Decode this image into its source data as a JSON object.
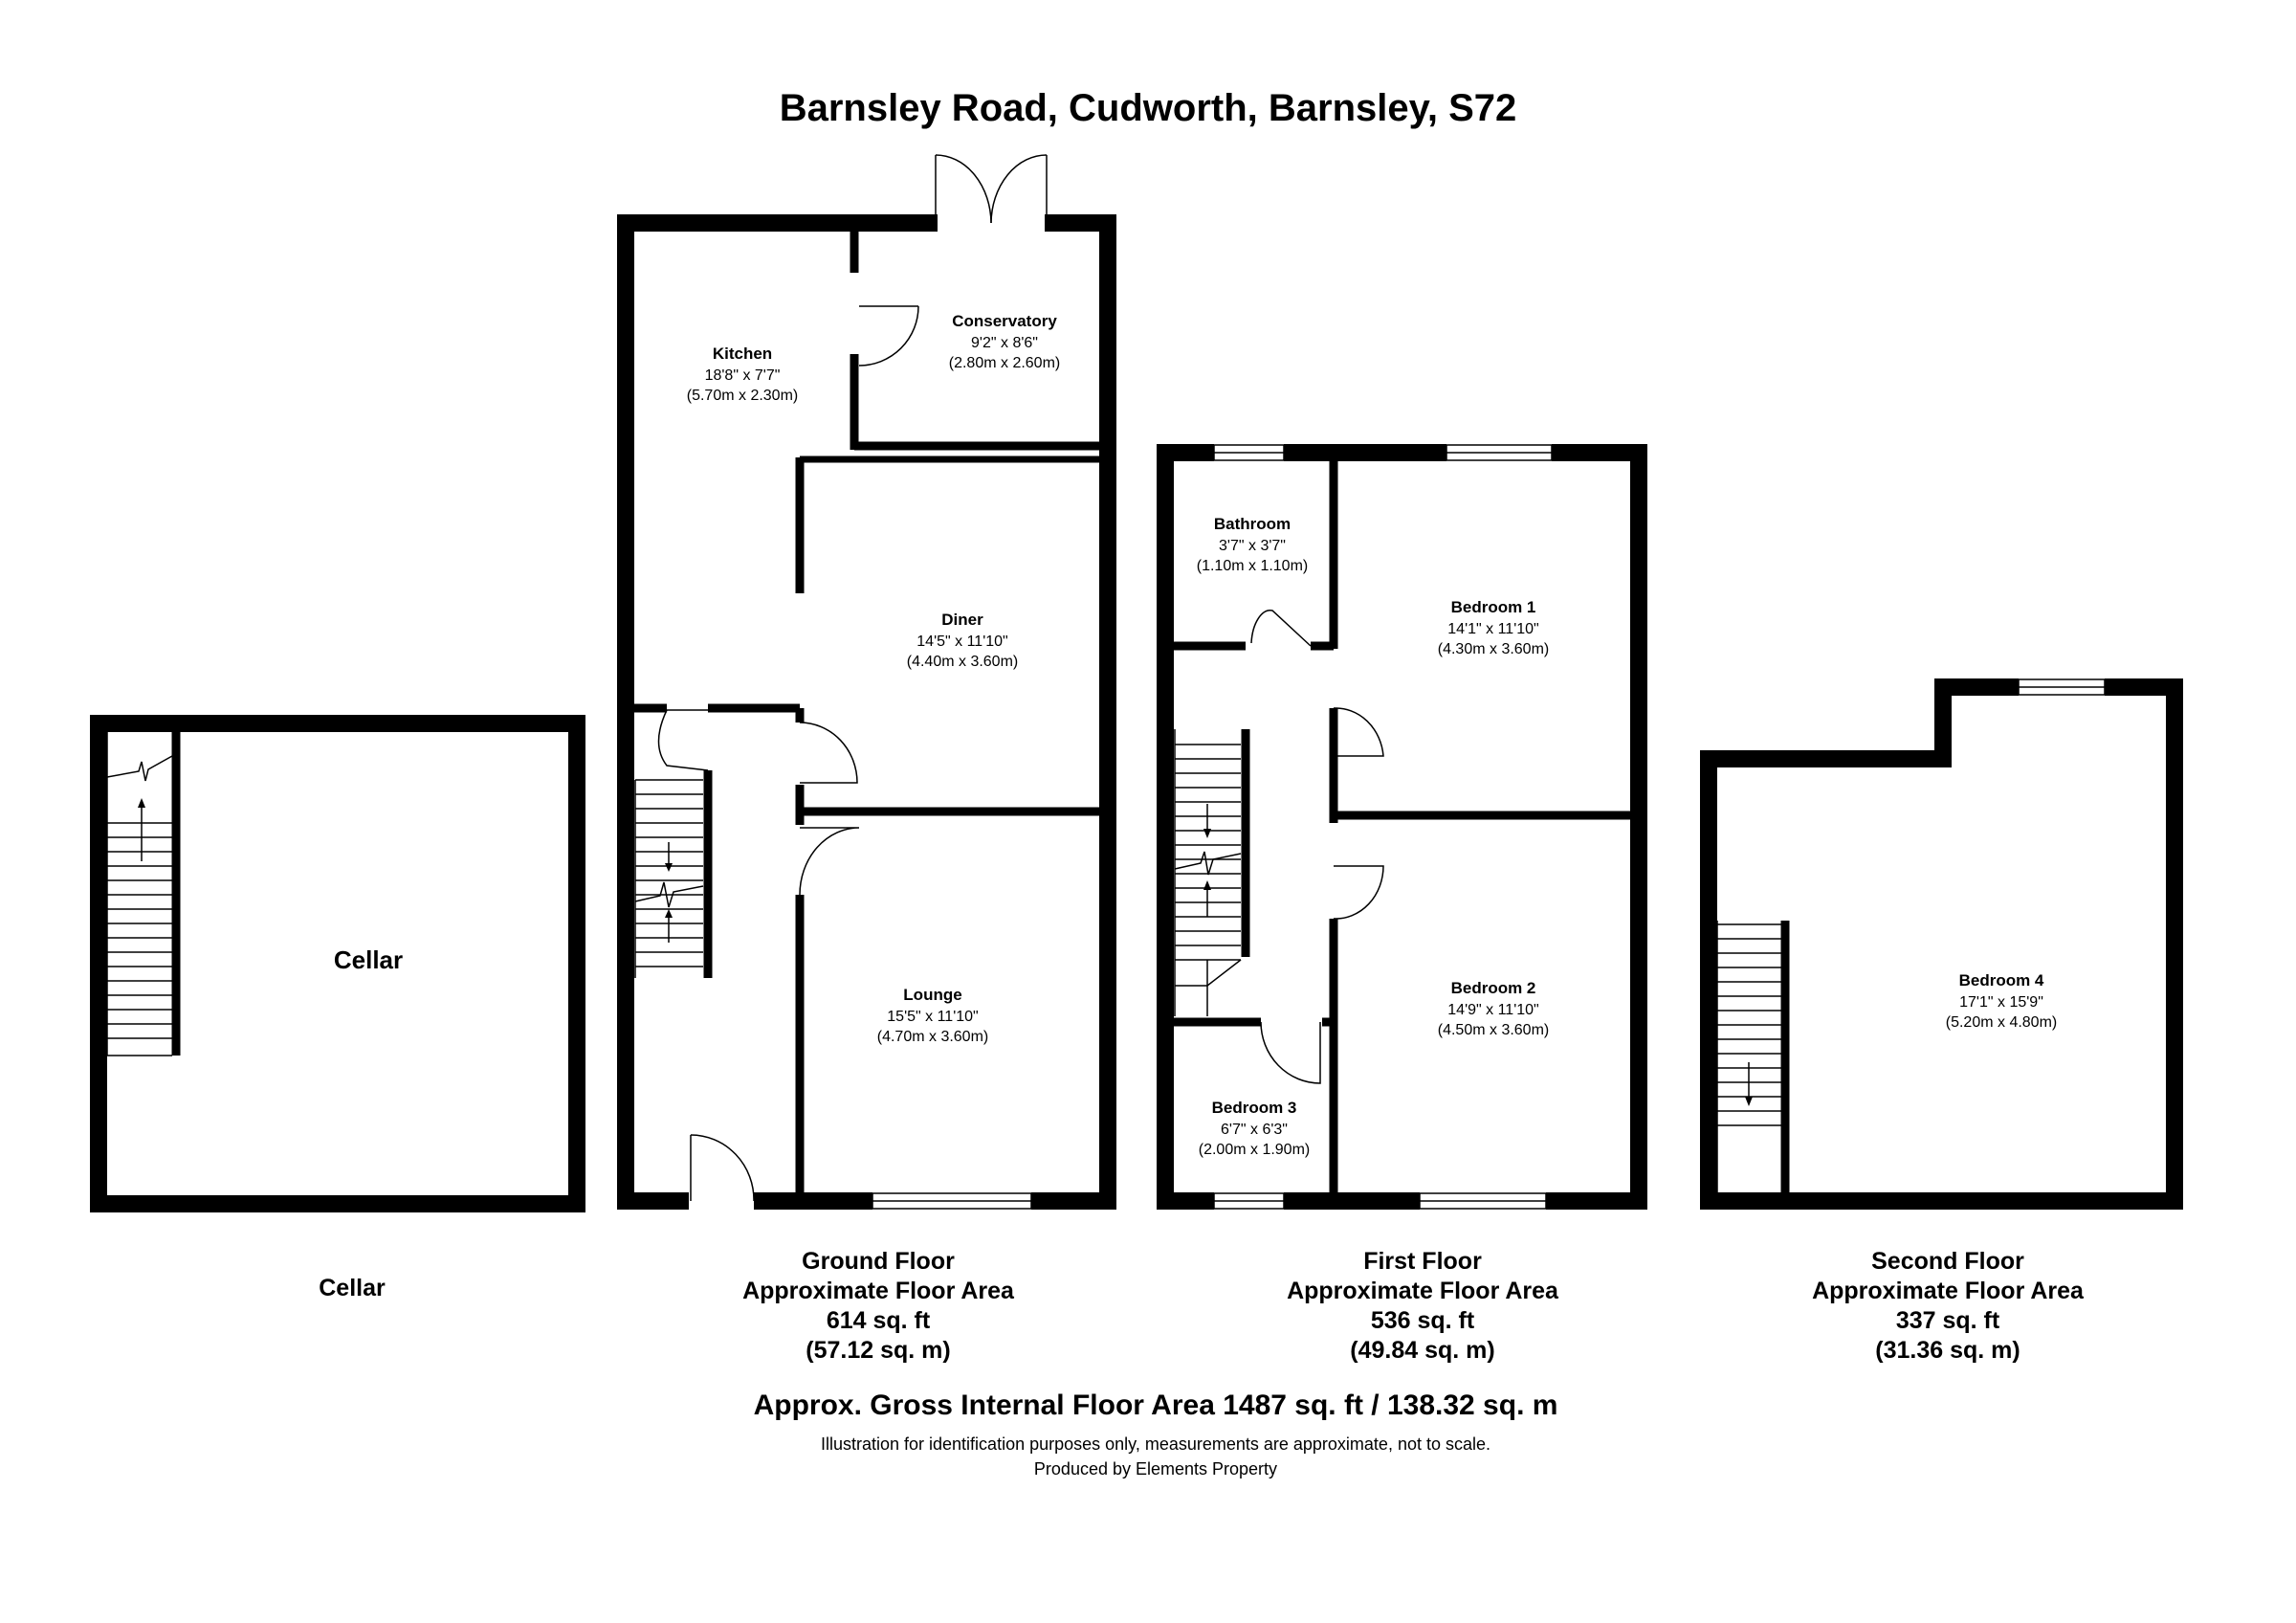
{
  "title": "Barnsley Road, Cudworth, Barnsley, S72",
  "rooms": {
    "kitchen": {
      "name": "Kitchen",
      "imperial": "18'8\" x 7'7\"",
      "metric": "(5.70m x 2.30m)"
    },
    "conservatory": {
      "name": "Conservatory",
      "imperial": "9'2\" x 8'6\"",
      "metric": "(2.80m x 2.60m)"
    },
    "diner": {
      "name": "Diner",
      "imperial": "14'5\" x 11'10\"",
      "metric": "(4.40m x 3.60m)"
    },
    "lounge": {
      "name": "Lounge",
      "imperial": "15'5\" x 11'10\"",
      "metric": "(4.70m x 3.60m)"
    },
    "bathroom": {
      "name": "Bathroom",
      "imperial": "3'7\" x 3'7\"",
      "metric": "(1.10m x 1.10m)"
    },
    "bedroom1": {
      "name": "Bedroom 1",
      "imperial": "14'1\" x 11'10\"",
      "metric": "(4.30m x 3.60m)"
    },
    "bedroom2": {
      "name": "Bedroom 2",
      "imperial": "14'9\" x 11'10\"",
      "metric": "(4.50m x 3.60m)"
    },
    "bedroom3": {
      "name": "Bedroom 3",
      "imperial": "6'7\" x 6'3\"",
      "metric": "(2.00m x 1.90m)"
    },
    "bedroom4": {
      "name": "Bedroom 4",
      "imperial": "17'1\" x 15'9\"",
      "metric": "(5.20m x 4.80m)"
    },
    "cellar": {
      "name": "Cellar"
    }
  },
  "floors": {
    "cellar": {
      "label": "Cellar"
    },
    "ground": {
      "name": "Ground Floor",
      "area_label": "Approximate Floor Area",
      "sqft": "614 sq. ft",
      "sqm": "(57.12 sq. m)"
    },
    "first": {
      "name": "First Floor",
      "area_label": "Approximate Floor Area",
      "sqft": "536 sq. ft",
      "sqm": "(49.84 sq. m)"
    },
    "second": {
      "name": "Second Floor",
      "area_label": "Approximate Floor Area",
      "sqft": "337 sq. ft",
      "sqm": "(31.36 sq. m)"
    }
  },
  "gross_area": "Approx. Gross Internal Floor Area 1487 sq. ft / 138.32 sq. m",
  "disclaimer": "Illustration for identification purposes only, measurements are approximate, not to scale.",
  "producer": "Produced by Elements Property",
  "colors": {
    "wall": "#000000",
    "background": "#ffffff",
    "window": "#ffffff"
  }
}
